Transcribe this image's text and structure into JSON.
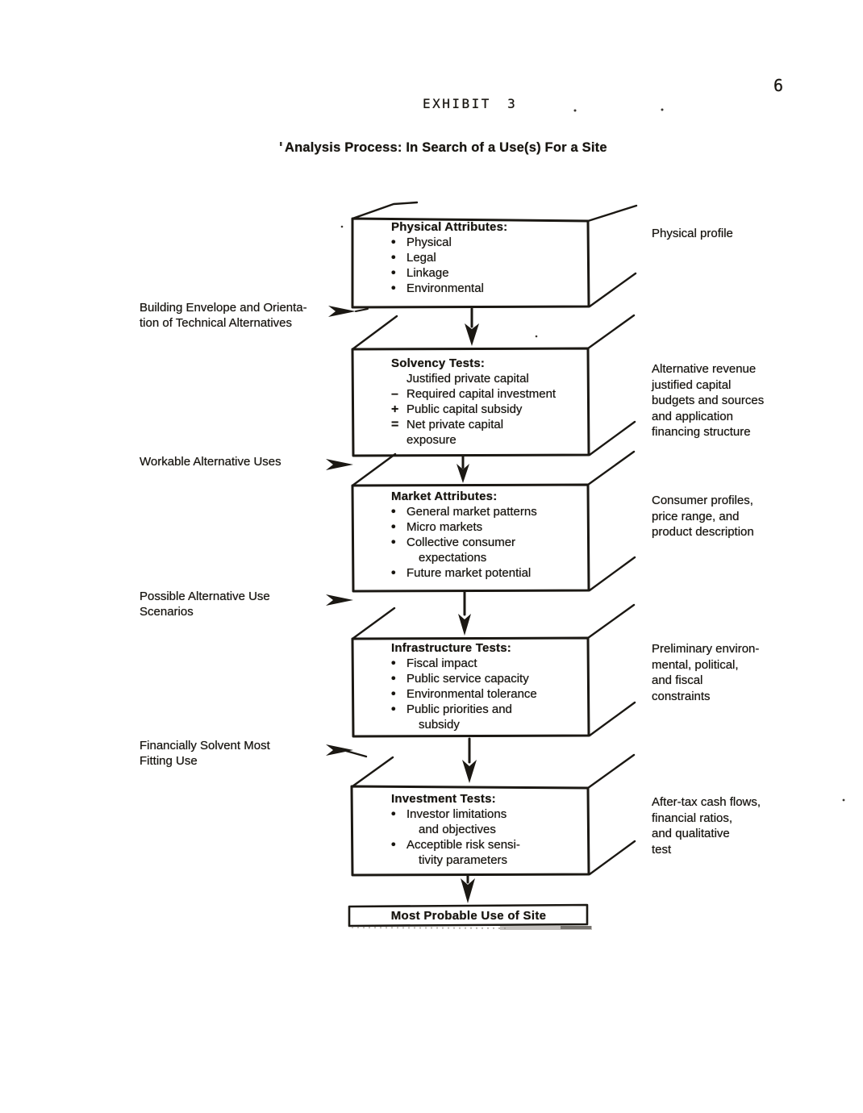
{
  "page": {
    "number": "6",
    "exhibit_label": "EXHIBIT 3",
    "title": "Analysis Process: In Search of a Use(s) For a Site"
  },
  "flow": {
    "boxes": [
      {
        "title": "Physical Attributes:",
        "lines": [
          {
            "bullet": "•",
            "text": "Physical"
          },
          {
            "bullet": "•",
            "text": "Legal"
          },
          {
            "bullet": "•",
            "text": "Linkage"
          },
          {
            "bullet": "•",
            "text": "Environmental"
          }
        ],
        "side_note": "Physical profile"
      },
      {
        "title": "Solvency Tests:",
        "lines": [
          {
            "bullet": "",
            "text": "Justified private capital"
          },
          {
            "bullet": "–",
            "text": "Required capital investment"
          },
          {
            "bullet": "+",
            "text": "Public capital subsidy"
          },
          {
            "bullet": "=",
            "text": "Net private capital"
          },
          {
            "bullet": "",
            "text": "exposure"
          }
        ],
        "side_note": "Alternative revenue\njustified capital\nbudgets and sources\nand application\nfinancing structure"
      },
      {
        "title": "Market Attributes:",
        "lines": [
          {
            "bullet": "•",
            "text": "General market patterns"
          },
          {
            "bullet": "•",
            "text": "Micro markets"
          },
          {
            "bullet": "•",
            "text": "Collective consumer"
          },
          {
            "bullet": "",
            "text": "expectations"
          },
          {
            "bullet": "•",
            "text": "Future market potential"
          }
        ],
        "side_note": "Consumer profiles,\nprice range, and\nproduct description"
      },
      {
        "title": "Infrastructure Tests:",
        "lines": [
          {
            "bullet": "•",
            "text": "Fiscal impact"
          },
          {
            "bullet": "•",
            "text": "Public service capacity"
          },
          {
            "bullet": "•",
            "text": "Environmental tolerance"
          },
          {
            "bullet": "•",
            "text": "Public priorities and"
          },
          {
            "bullet": "",
            "text": "subsidy"
          }
        ],
        "side_note": "Preliminary environ-\nmental, political,\nand fiscal\nconstraints"
      },
      {
        "title": "Investment Tests:",
        "lines": [
          {
            "bullet": "•",
            "text": "Investor limitations"
          },
          {
            "bullet": "",
            "text": "and objectives"
          },
          {
            "bullet": "•",
            "text": "Acceptible risk sensi-"
          },
          {
            "bullet": "",
            "text": "tivity parameters"
          }
        ],
        "side_note": "After-tax cash flows,\nfinancial ratios,\nand qualitative\ntest"
      }
    ],
    "final_box": "Most Probable Use of Site",
    "left_labels": [
      "Building Envelope and Orienta-\ntion of Technical Alternatives",
      "Workable Alternative Uses",
      "Possible Alternative Use\nScenarios",
      "Financially Solvent Most\nFitting Use"
    ]
  }
}
